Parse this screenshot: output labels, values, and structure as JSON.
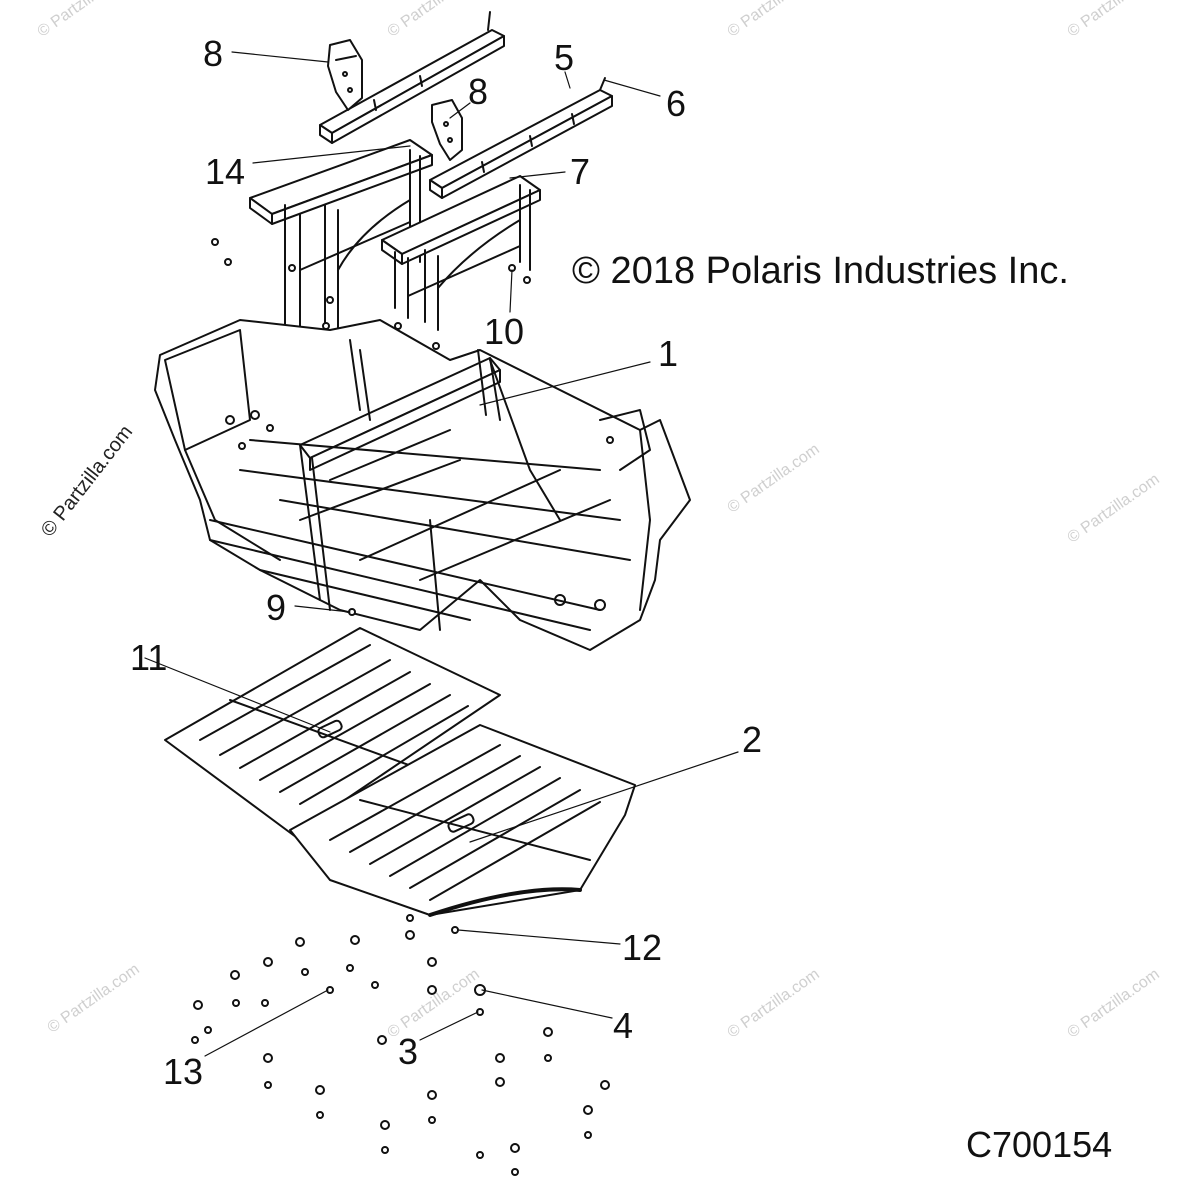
{
  "copyright": "© 2018 Polaris Industries Inc.",
  "diagram_code": "C700154",
  "watermark_text": "© Partzilla.com",
  "callouts": {
    "c1": "1",
    "c2": "2",
    "c3": "3",
    "c4": "4",
    "c5": "5",
    "c6": "6",
    "c7": "7",
    "c8a": "8",
    "c8b": "8",
    "c9": "9",
    "c10": "10",
    "c11": "11",
    "c12": "12",
    "c13": "13",
    "c14": "14"
  },
  "colors": {
    "ink": "#111111",
    "watermark": "#cfcfcf"
  }
}
